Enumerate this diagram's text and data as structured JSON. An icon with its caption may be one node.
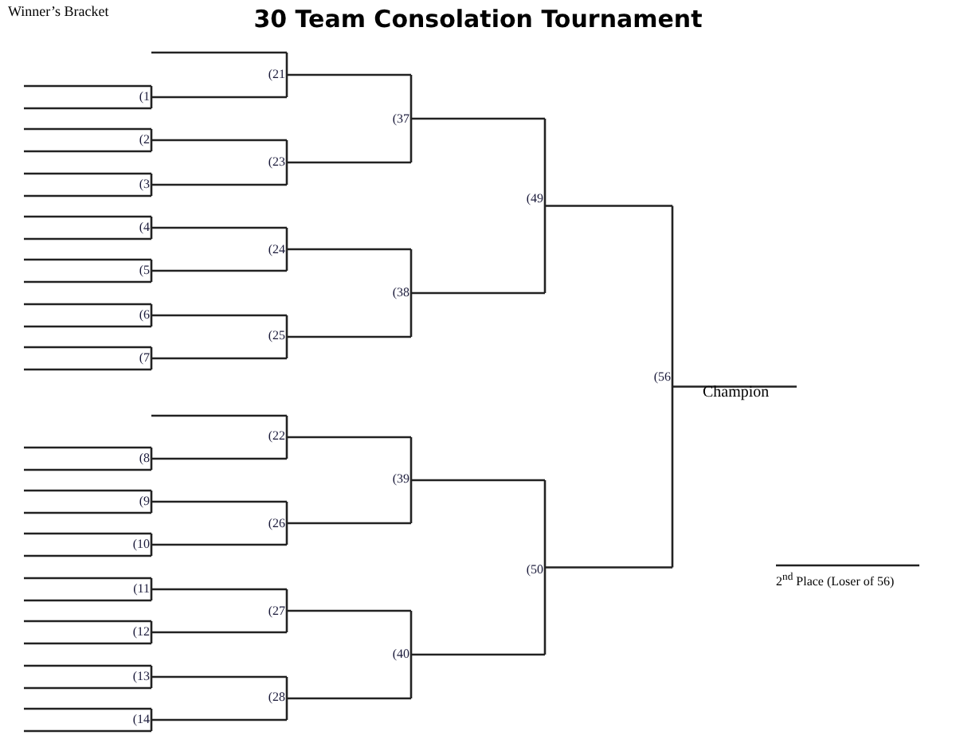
{
  "diagram": {
    "title": "30 Team Consolation Tournament",
    "labels": [
      "Winner’s Bracket",
      "(21",
      "(1",
      "(37",
      "(2",
      "(23",
      "(3",
      "(49",
      "(4",
      "(24",
      "(5",
      "(38",
      "(6",
      "(25",
      "(7",
      "(56",
      "Champion",
      "(22",
      "(8",
      "(39",
      "(9",
      "(26",
      "(10",
      "(50",
      "2$^{nd}$ Place (Loser of 56)",
      "(11",
      "(27",
      "(12",
      "(40",
      "(13",
      "(28",
      "(14"
    ]
  }
}
